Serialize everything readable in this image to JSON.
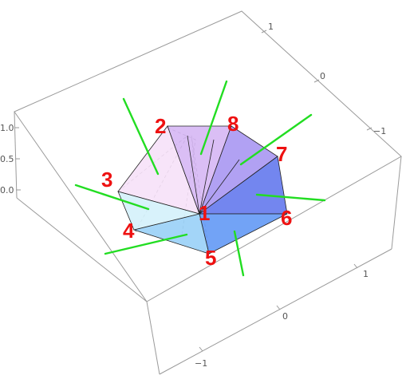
{
  "colors": {
    "normal_vectors": "#22dd22",
    "vertex_labels": "#ee1111"
  },
  "vertex_labels": [
    "1",
    "2",
    "3",
    "4",
    "5",
    "6",
    "7",
    "8"
  ],
  "axis_ticks": {
    "z_axis": [
      "1.0",
      "0.5",
      "0.0"
    ],
    "upper_right_axis": [
      "1",
      "0",
      "−1"
    ],
    "lower_right_axis": [
      "1",
      "0",
      "−1"
    ],
    "bottom_axis": [
      "1",
      "0",
      "−1"
    ]
  }
}
